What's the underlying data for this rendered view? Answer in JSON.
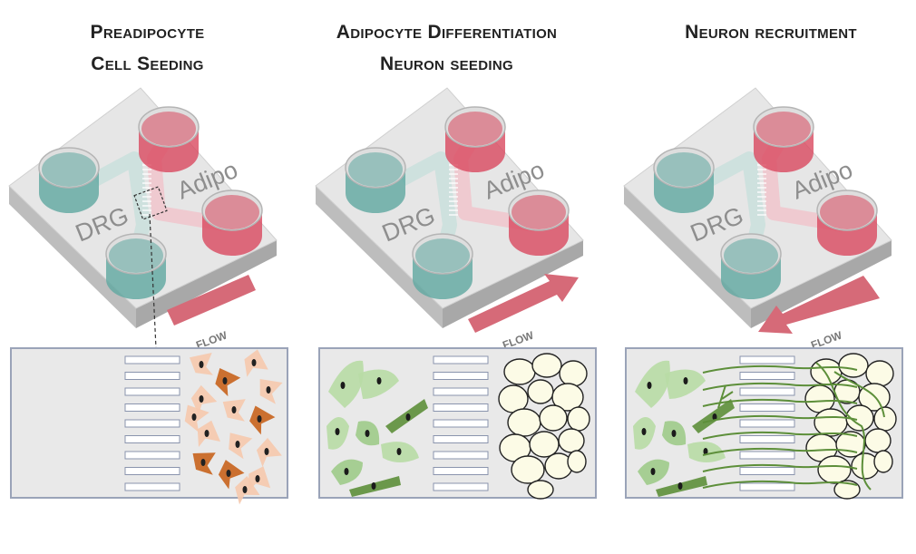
{
  "panels": [
    {
      "title_line1": "Preadipocyte",
      "title_line2": "Cell Seeding",
      "flow_direction": "left"
    },
    {
      "title_line1": "Adipocyte Differentiation",
      "title_line2": "Neuron seeding",
      "flow_direction": "right"
    },
    {
      "title_line1": "Neuron recruitment",
      "title_line2": "",
      "flow_direction": "left"
    }
  ],
  "labels": {
    "drg": "DRG",
    "adipo": "Adipo",
    "flow": "FLOW"
  },
  "colors": {
    "well_red": "#d9485f",
    "well_teal": "#5fa8a0",
    "chip_body": "#e6e6e6",
    "chip_side": "#a8a8a8",
    "flow_arrow": "#d66a78",
    "neuron_green": "#5d8f3a",
    "neuron_light": "#b8dca5",
    "adipocyte_fill": "#fcfbe6",
    "preadipocyte_light": "#f5c9ae",
    "preadipocyte_dark": "#c8651f",
    "inset_bg": "#e9e9e9",
    "inset_border": "#9aa3b8"
  }
}
